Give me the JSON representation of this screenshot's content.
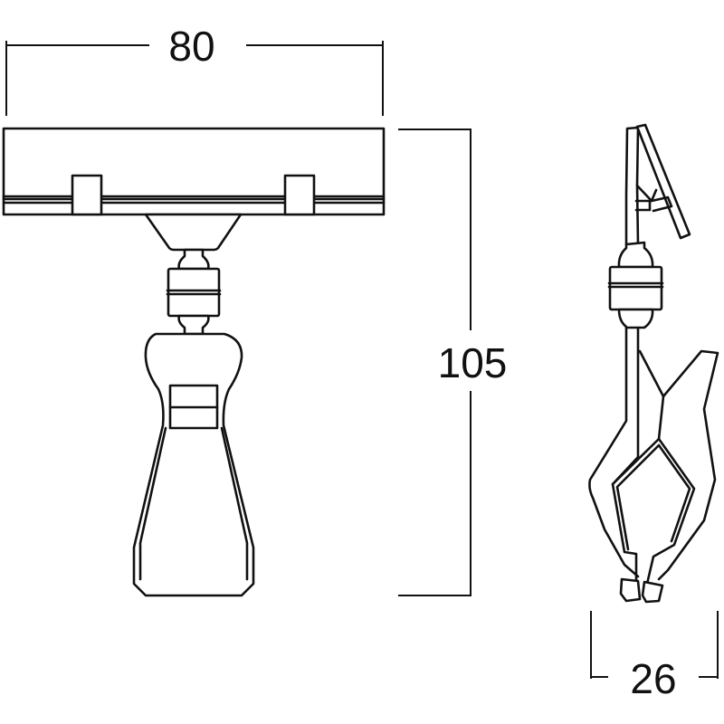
{
  "dimensions": {
    "width": "80",
    "height": "105",
    "depth": "26"
  },
  "colors": {
    "line": "#111111",
    "background": "#ffffff"
  }
}
